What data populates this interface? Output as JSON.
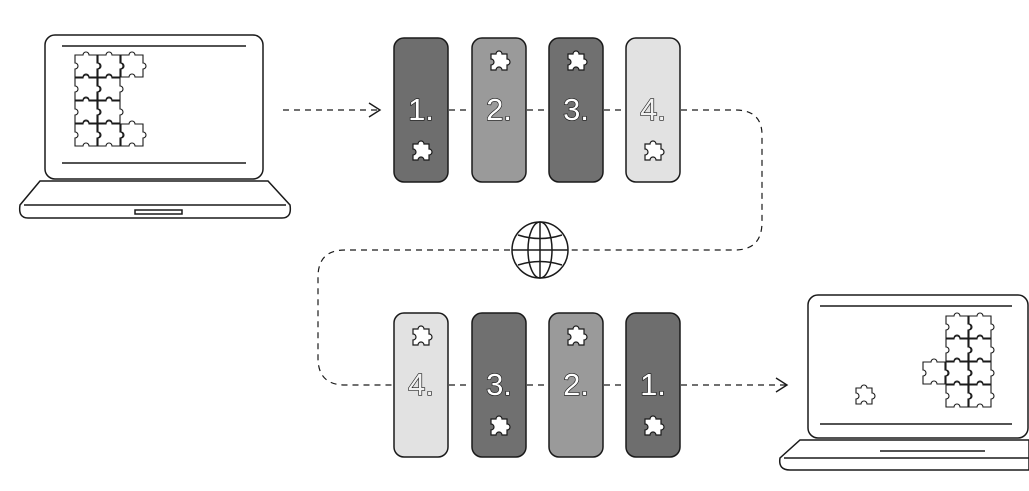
{
  "colors": {
    "stroke": "#1a1a1a",
    "packet_1": "#6e6e6e",
    "packet_2": "#9a9a9a",
    "packet_3": "#707070",
    "packet_4": "#e2e2e2",
    "background": "#ffffff"
  },
  "sender": {
    "icon": "laptop-icon"
  },
  "receiver": {
    "icon": "laptop-icon"
  },
  "network": {
    "icon": "globe-icon"
  },
  "top_row": [
    {
      "label": "1.",
      "color_key": "packet_1",
      "piece_position": "bottom",
      "piece_color": "white"
    },
    {
      "label": "2.",
      "color_key": "packet_2",
      "piece_position": "top",
      "piece_color": "white"
    },
    {
      "label": "3.",
      "color_key": "packet_3",
      "piece_position": "top",
      "piece_color": "white"
    },
    {
      "label": "4.",
      "color_key": "packet_4",
      "piece_position": "bottom",
      "piece_color": "white"
    }
  ],
  "bottom_row": [
    {
      "label": "4.",
      "color_key": "packet_4",
      "piece_position": "top",
      "piece_color": "white"
    },
    {
      "label": "3.",
      "color_key": "packet_3",
      "piece_position": "bottom",
      "piece_color": "white"
    },
    {
      "label": "2.",
      "color_key": "packet_2",
      "piece_position": "top",
      "piece_color": "white"
    },
    {
      "label": "1.",
      "color_key": "packet_1",
      "piece_position": "bottom",
      "piece_color": "white"
    }
  ]
}
